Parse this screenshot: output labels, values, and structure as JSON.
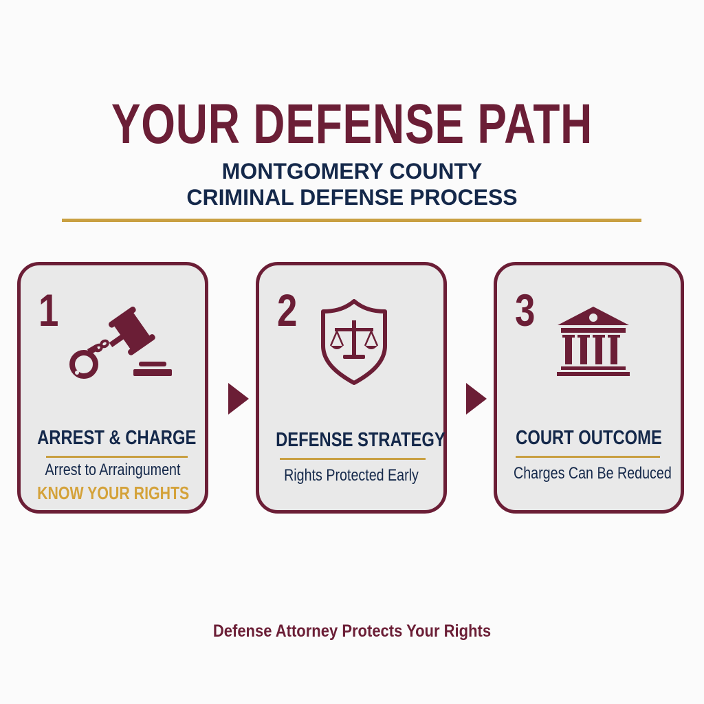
{
  "header": {
    "title": "YOUR DEFENSE PATH",
    "subtitle_line1": "MONTGOMERY COUNTY",
    "subtitle_line2": "CRIMINAL DEFENSE PROCESS"
  },
  "steps": [
    {
      "number": "1",
      "icon": "gavel-handcuffs-icon",
      "title": "ARREST & CHARGE",
      "description": "Arrest to Arraingument",
      "accent": "KNOW YOUR RIGHTS"
    },
    {
      "number": "2",
      "icon": "shield-scales-icon",
      "title": "DEFENSE STRATEGY",
      "description": "Rights Protected Early"
    },
    {
      "number": "3",
      "icon": "courthouse-icon",
      "title": "COURT OUTCOME",
      "description": "Charges Can Be Reduced"
    }
  ],
  "footer": {
    "tagline": "Defense Attorney Protects Your Rights"
  },
  "colors": {
    "maroon": "#6b1e36",
    "navy": "#14284a",
    "gold": "#c9a042",
    "card_bg": "#e9e9e9"
  }
}
